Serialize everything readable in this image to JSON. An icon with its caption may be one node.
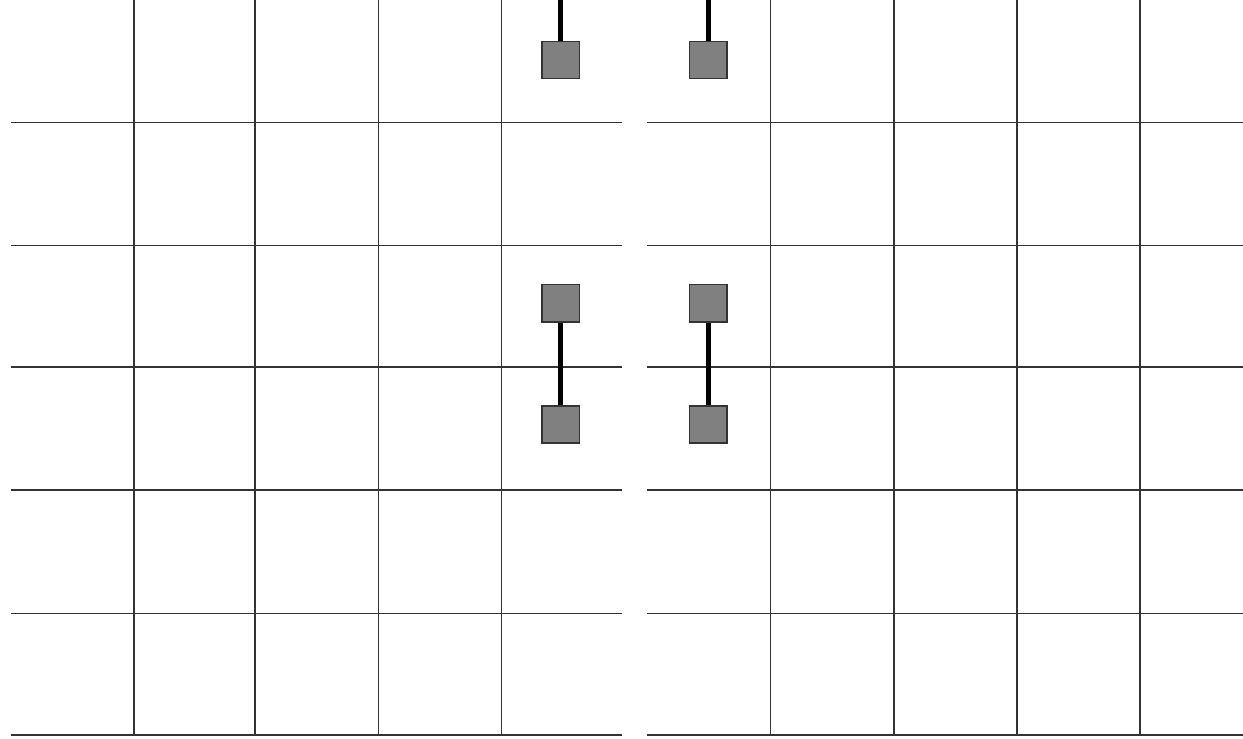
{
  "diagram": {
    "nodes": [
      {
        "text": [],
        "shape": "box"
      },
      {
        "text": [],
        "shape": "box"
      },
      {
        "text": [],
        "shape": "box"
      },
      {
        "text": [],
        "shape": "box"
      },
      {
        "text": [],
        "shape": "box"
      },
      {
        "text": [],
        "shape": "box"
      }
    ],
    "edges": [
      {
        "from": null,
        "to": 0,
        "arrow": "none"
      },
      {
        "from": null,
        "to": 1,
        "arrow": "none"
      },
      {
        "from": 2,
        "to": 4,
        "arrow": "none"
      },
      {
        "from": 3,
        "to": 5,
        "arrow": "none"
      }
    ]
  }
}
